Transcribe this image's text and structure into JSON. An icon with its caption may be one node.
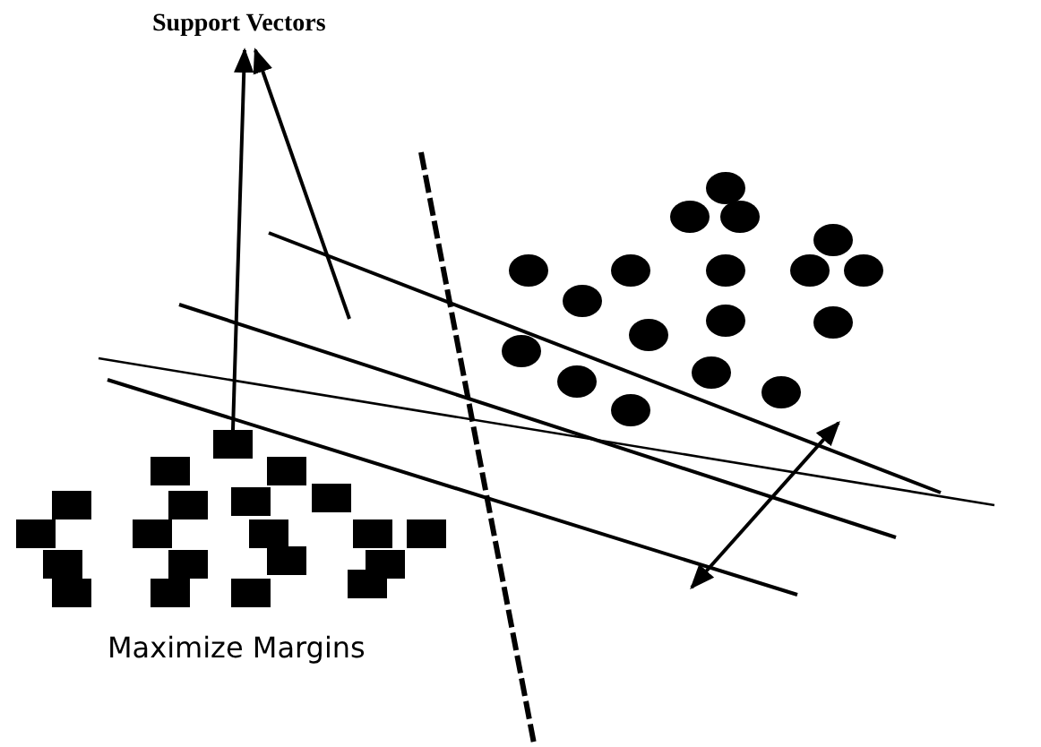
{
  "diagram": {
    "nodes": [
      {
        "text": [
          "Support Vectors"
        ]
      },
      {
        "text": [],
        "shape": "box"
      }
    ],
    "edges": [
      {
        "from": 1,
        "to": 0,
        "arrow": "to"
      },
      {
        "from": null,
        "to": 0,
        "arrow": "to"
      }
    ],
    "labels": [
      "Maximize Margins"
    ]
  }
}
